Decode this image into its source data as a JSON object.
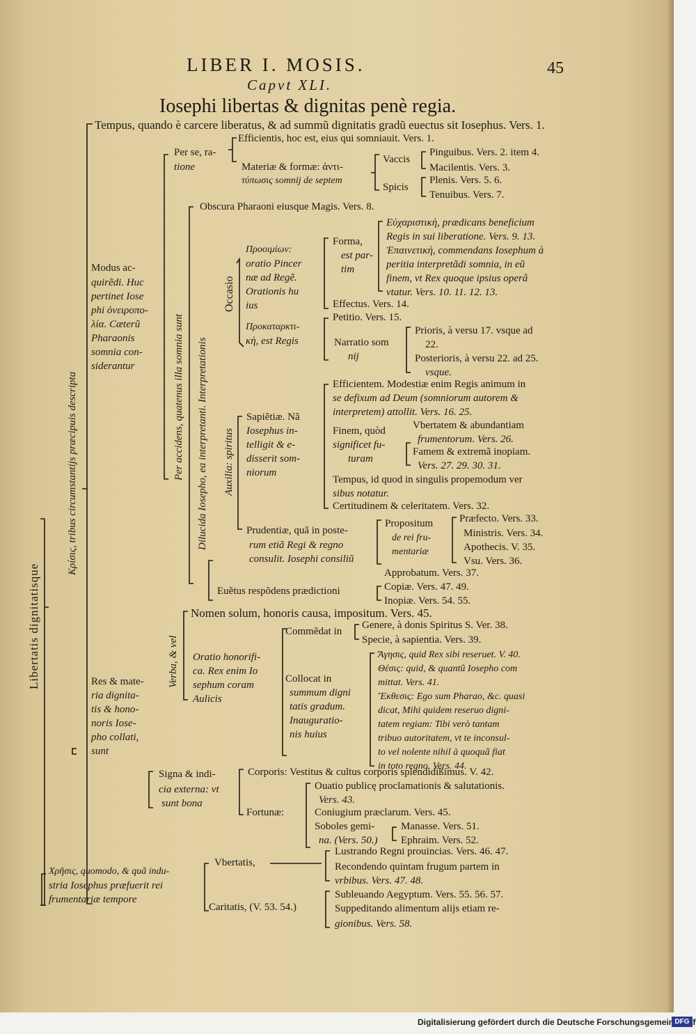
{
  "header": {
    "running_title": "LIBER I. MOSIS.",
    "page_number": "45",
    "chapter": "Capvt XLI.",
    "title": "Iosephi libertas & dignitas penè regia."
  },
  "tree": {
    "tempus": "Tempus, quando è carcere liberatus, & ad summũ dignitatis gradũ euectus sit Iosephus. Vers. 1.",
    "per_se": "Per se, ra-",
    "per_se2": "tione",
    "efficientis": "Efficientis, hoc est, eius qui somniauit. Vers. 1.",
    "materiae1": "Materiæ & formæ: ἀντι-",
    "materiae2": "τύπωσις somnij de septem",
    "vaccis": "Vaccis",
    "pinguibus": "Pinguibus. Vers. 2. item 4.",
    "macilentis": "Macilentis. Vers. 3.",
    "spicis": "Spicis",
    "plenis": "Plenis. Vers. 5. 6.",
    "tenuibus": "Tenuibus. Vers. 7.",
    "obscura": "Obscura Pharaoni eiusque Magis. Vers. 8.",
    "modus1": "Modus ac-",
    "modus2": "quirẽdi. Huc",
    "modus3": "pertinet Iose",
    "modus4": "phi ὀνειροπο-",
    "modus5": "λία. Cæterũ",
    "modus6": "Pharaonis",
    "modus7": "somnia con-",
    "modus8": "siderantur",
    "per_accidens": "Per accidens, quatenus illa somnia sunt",
    "dilucida": "Dilucida Iosepho, ea interpretanti. Interpretationis",
    "occasio": "Occasio",
    "auxilia": "Auxilia: spiritus",
    "prooem1": "Προοιμίων:",
    "prooem2": "oratio Pincer",
    "prooem3": "næ ad Regẽ.",
    "prooem4": "Orationis hu",
    "prooem5": "ius",
    "forma1": "Forma,",
    "forma2": "est par-",
    "forma3": "tim",
    "euch1": "Εὐχαριστικὴ, prædicans beneficium",
    "euch2": "Regis in sui liberatione. Vers. 9. 13.",
    "epain1": "Ἐπαινετικὴ, commendans Iosephum à",
    "epain2": "peritia interpretãdi somnia, in eũ",
    "epain3": "finem, vt Rex quoque ipsius operâ",
    "epain4": "vtatur. Vers. 10. 11. 12. 13.",
    "effectus": "Effectus. Vers. 14.",
    "petitio": "Petitio. Vers. 15.",
    "prokat1": "Προκαταρκτι-",
    "prokat2": "κὴ, est Regis",
    "narratio1": "Narratio som",
    "narratio2": "nij",
    "prioris1": "Prioris, à versu 17. vsque ad",
    "prioris2": "22.",
    "posterioris1": "Posterioris, à versu 22. ad 25.",
    "posterioris2": "vsque.",
    "efficientem1": "Efficientem. Modestiæ enim Regis animum in",
    "efficientem2": "se defixum ad Deum (somniorum autorem &",
    "efficientem3": "interpretem) attollit. Vers. 16. 25.",
    "sapientiae1": "Sapiẽtiæ. Nã",
    "sapientiae2": "Iosephus in-",
    "sapientiae3": "telligit & e-",
    "sapientiae4": "disserit som-",
    "sapientiae5": "niorum",
    "finem1": "Finem, quòd",
    "finem2": "significet fu-",
    "finem3": "turam",
    "vbertatem1": "Vbertatem & abundantiam",
    "vbertatem2": "frumentorum. Vers. 26.",
    "famem1": "Famem & extremã inopiam.",
    "famem2": "Vers. 27. 29. 30. 31.",
    "tempus2a": "Tempus, id quod in singulis propemodum ver",
    "tempus2b": "sibus notatur.",
    "certitudinem": "Certitudinem & celeritatem. Vers. 32.",
    "prudentiae1": "Prudentiæ, quã in poste-",
    "prudentiae2": "rum etiã Regi & regno",
    "prudentiae3": "consulit. Iosephi consiliũ",
    "propositum1": "Propositum",
    "propositum2": "de rei fru-",
    "propositum3": "mentariæ",
    "praefecto": "Præfecto. Vers. 33.",
    "ministris": "Ministris. Vers. 34.",
    "apothecis": "Apothecis. V. 35.",
    "vsu": "Vsu. Vers. 36.",
    "approbatum": "Approbatum. Vers. 37.",
    "euentus": "Euẽtus respõdens prædictioni",
    "copiae": "Copiæ. Vers. 47. 49.",
    "inopiae": "Inopiæ. Vers. 54. 55.",
    "libertatis": "Libertatis dignitatisque",
    "krisis": "Κρίσις, tribus circumstantijs præcipuis descripta",
    "nomen": "Nomen solum, honoris causa, impositum. Vers. 45.",
    "verba": "Verba, & vel",
    "commedat": "Commẽdat in",
    "genere": "Genere, à donis Spiritus S. Ver. 38.",
    "specie": "Specie, à sapientia. Vers. 39.",
    "oratio1": "Oratio honorifi-",
    "oratio2": "ca. Rex enim Io",
    "oratio3": "sephum coram",
    "oratio4": "Aulicis",
    "agesis1": "Ἄγησις, quid Rex sibi reseruet. V. 40.",
    "thesis1": "Θέσις: quid, & quantũ Iosepho com",
    "thesis2": "mittat. Vers. 41.",
    "collocat1": "Collocat in",
    "collocat2": "summum digni",
    "collocat3": "tatis gradum.",
    "collocat4": "Inauguratio-",
    "collocat5": "nis huius",
    "ekth1": "Ἔκθεσις: Ego sum Pharao, &c. quasi",
    "ekth2": "dicat, Mihi quidem reseruo digni-",
    "ekth3": "tatem regiam: Tibi verò tantam",
    "ekth4": "tribuo autoritatem, vt te inconsul-",
    "ekth5": "to vel nolente nihil à quoquã fiat",
    "ekth6": "in toto regno. Vers. 44.",
    "res1": "Res & mate-",
    "res2": "ria dignita-",
    "res3": "tis & hono-",
    "res4": "noris Iose-",
    "res5": "pho collati,",
    "res6": "sunt",
    "signa1": "Signa & indi-",
    "signa2": "cia externa: vt",
    "signa3": "sunt bona",
    "corporis": "Corporis: Vestitus & cultus corporis splendidißimus. V. 42.",
    "fortunae": "Fortunæ:",
    "ouatio1": "Ouatio publicę proclamationis & salutationis.",
    "ouatio2": "Vers. 43.",
    "coniugium": "Coniugium præclarum. Vers. 45.",
    "soboles1": "Soboles gemi-",
    "soboles2": "na. (Vers. 50.)",
    "manasse": "Manasse. Vers. 51.",
    "ephraim": "Ephraim. Vers. 52.",
    "chresis1": "Χρῆσις, quomodo, & quã indu-",
    "chresis2": "stria Iosephus præfuerit rei",
    "chresis3": "frumentariæ tempore",
    "vbertatis": "Vbertatis,",
    "caritatis": "Caritatis, (V. 53. 54.)",
    "lustrando": "Lustrando Regni prouincias. Vers. 46. 47.",
    "recondendo1": "Recondendo quintam frugum partem in",
    "recondendo2": "vrbibus. Vers. 47. 48.",
    "subleuando": "Subleuando Aegyptum. Vers. 55. 56. 57.",
    "suppeditando1": "Suppeditando alimentum alijs etiam re-",
    "suppeditando2": "gionibus. Vers. 58."
  },
  "footer": {
    "text": "Digitalisierung gefördert durch die Deutsche Forschungsgemeinschaft ·",
    "logo": "DFG"
  }
}
